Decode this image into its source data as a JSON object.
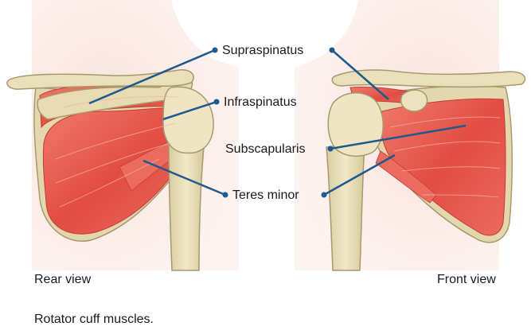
{
  "labels": {
    "supraspinatus": "Supraspinatus",
    "infraspinatus": "Infraspinatus",
    "subscapularis": "Subscapularis",
    "teres_minor": "Teres minor"
  },
  "views": {
    "rear": "Rear view",
    "front": "Front view"
  },
  "caption": "Rotator cuff muscles.",
  "colors": {
    "muscle": "#e8544a",
    "muscle_light": "#f58a7c",
    "bone": "#e8ddb8",
    "bone_outline": "#9c8f6a",
    "skin": "#f6dcd6",
    "leader_line": "#1f5a8e"
  }
}
